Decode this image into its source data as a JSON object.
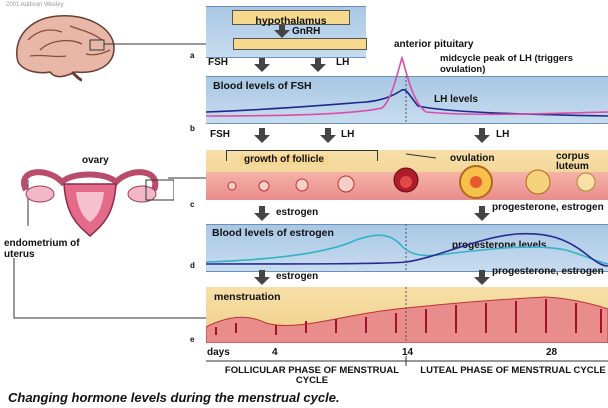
{
  "figure": {
    "source_note": "2001 Addison Wesley",
    "caption": "Changing hormone levels during the menstrual cycle."
  },
  "panel_a": {
    "letter": "a",
    "hypothalamus": "hypothalamus",
    "gnrh": "GnRH",
    "anterior_pituitary": "anterior pituitary",
    "fsh": "FSH",
    "lh": "LH",
    "midcycle_note": "midcycle peak of LH (triggers ovulation)"
  },
  "panel_b": {
    "letter": "b",
    "title": "Blood levels of FSH",
    "lh_levels": "LH levels",
    "fsh": "FSH",
    "lh_left": "LH",
    "lh_right": "LH"
  },
  "panel_c": {
    "letter": "c",
    "growth": "growth of follicle",
    "ovulation": "ovulation",
    "corpus_luteum": "corpus luteum",
    "ovary": "ovary",
    "estrogen": "estrogen",
    "prog_estrogen": "progesterone, estrogen"
  },
  "panel_d": {
    "letter": "d",
    "title": "Blood levels of estrogen",
    "progesterone_levels": "progesterone levels",
    "estrogen": "estrogen",
    "prog_estrogen": "progesterone, estrogen"
  },
  "panel_e": {
    "letter": "e",
    "menstruation": "menstruation",
    "endometrium": "endometrium of uterus",
    "days": "days",
    "day4": "4",
    "day14": "14",
    "day28": "28",
    "follicular": "FOLLICULAR PHASE OF MENSTRUAL CYCLE",
    "luteal": "LUTEAL PHASE OF MENSTRUAL CYCLE"
  },
  "colors": {
    "blue_panel": "#b8d2ea",
    "tan_panel": "#f3d594",
    "fsh_line": "#1c2a8c",
    "lh_line": "#d84fa8",
    "estrogen_line": "#33b3c6",
    "progesterone_line": "#2a2a90",
    "tissue": "#e98c8c"
  },
  "icons": [
    "brain-icon",
    "uterus-icon",
    "follicle-icon",
    "corpus-luteum-icon",
    "down-arrow-icon"
  ]
}
